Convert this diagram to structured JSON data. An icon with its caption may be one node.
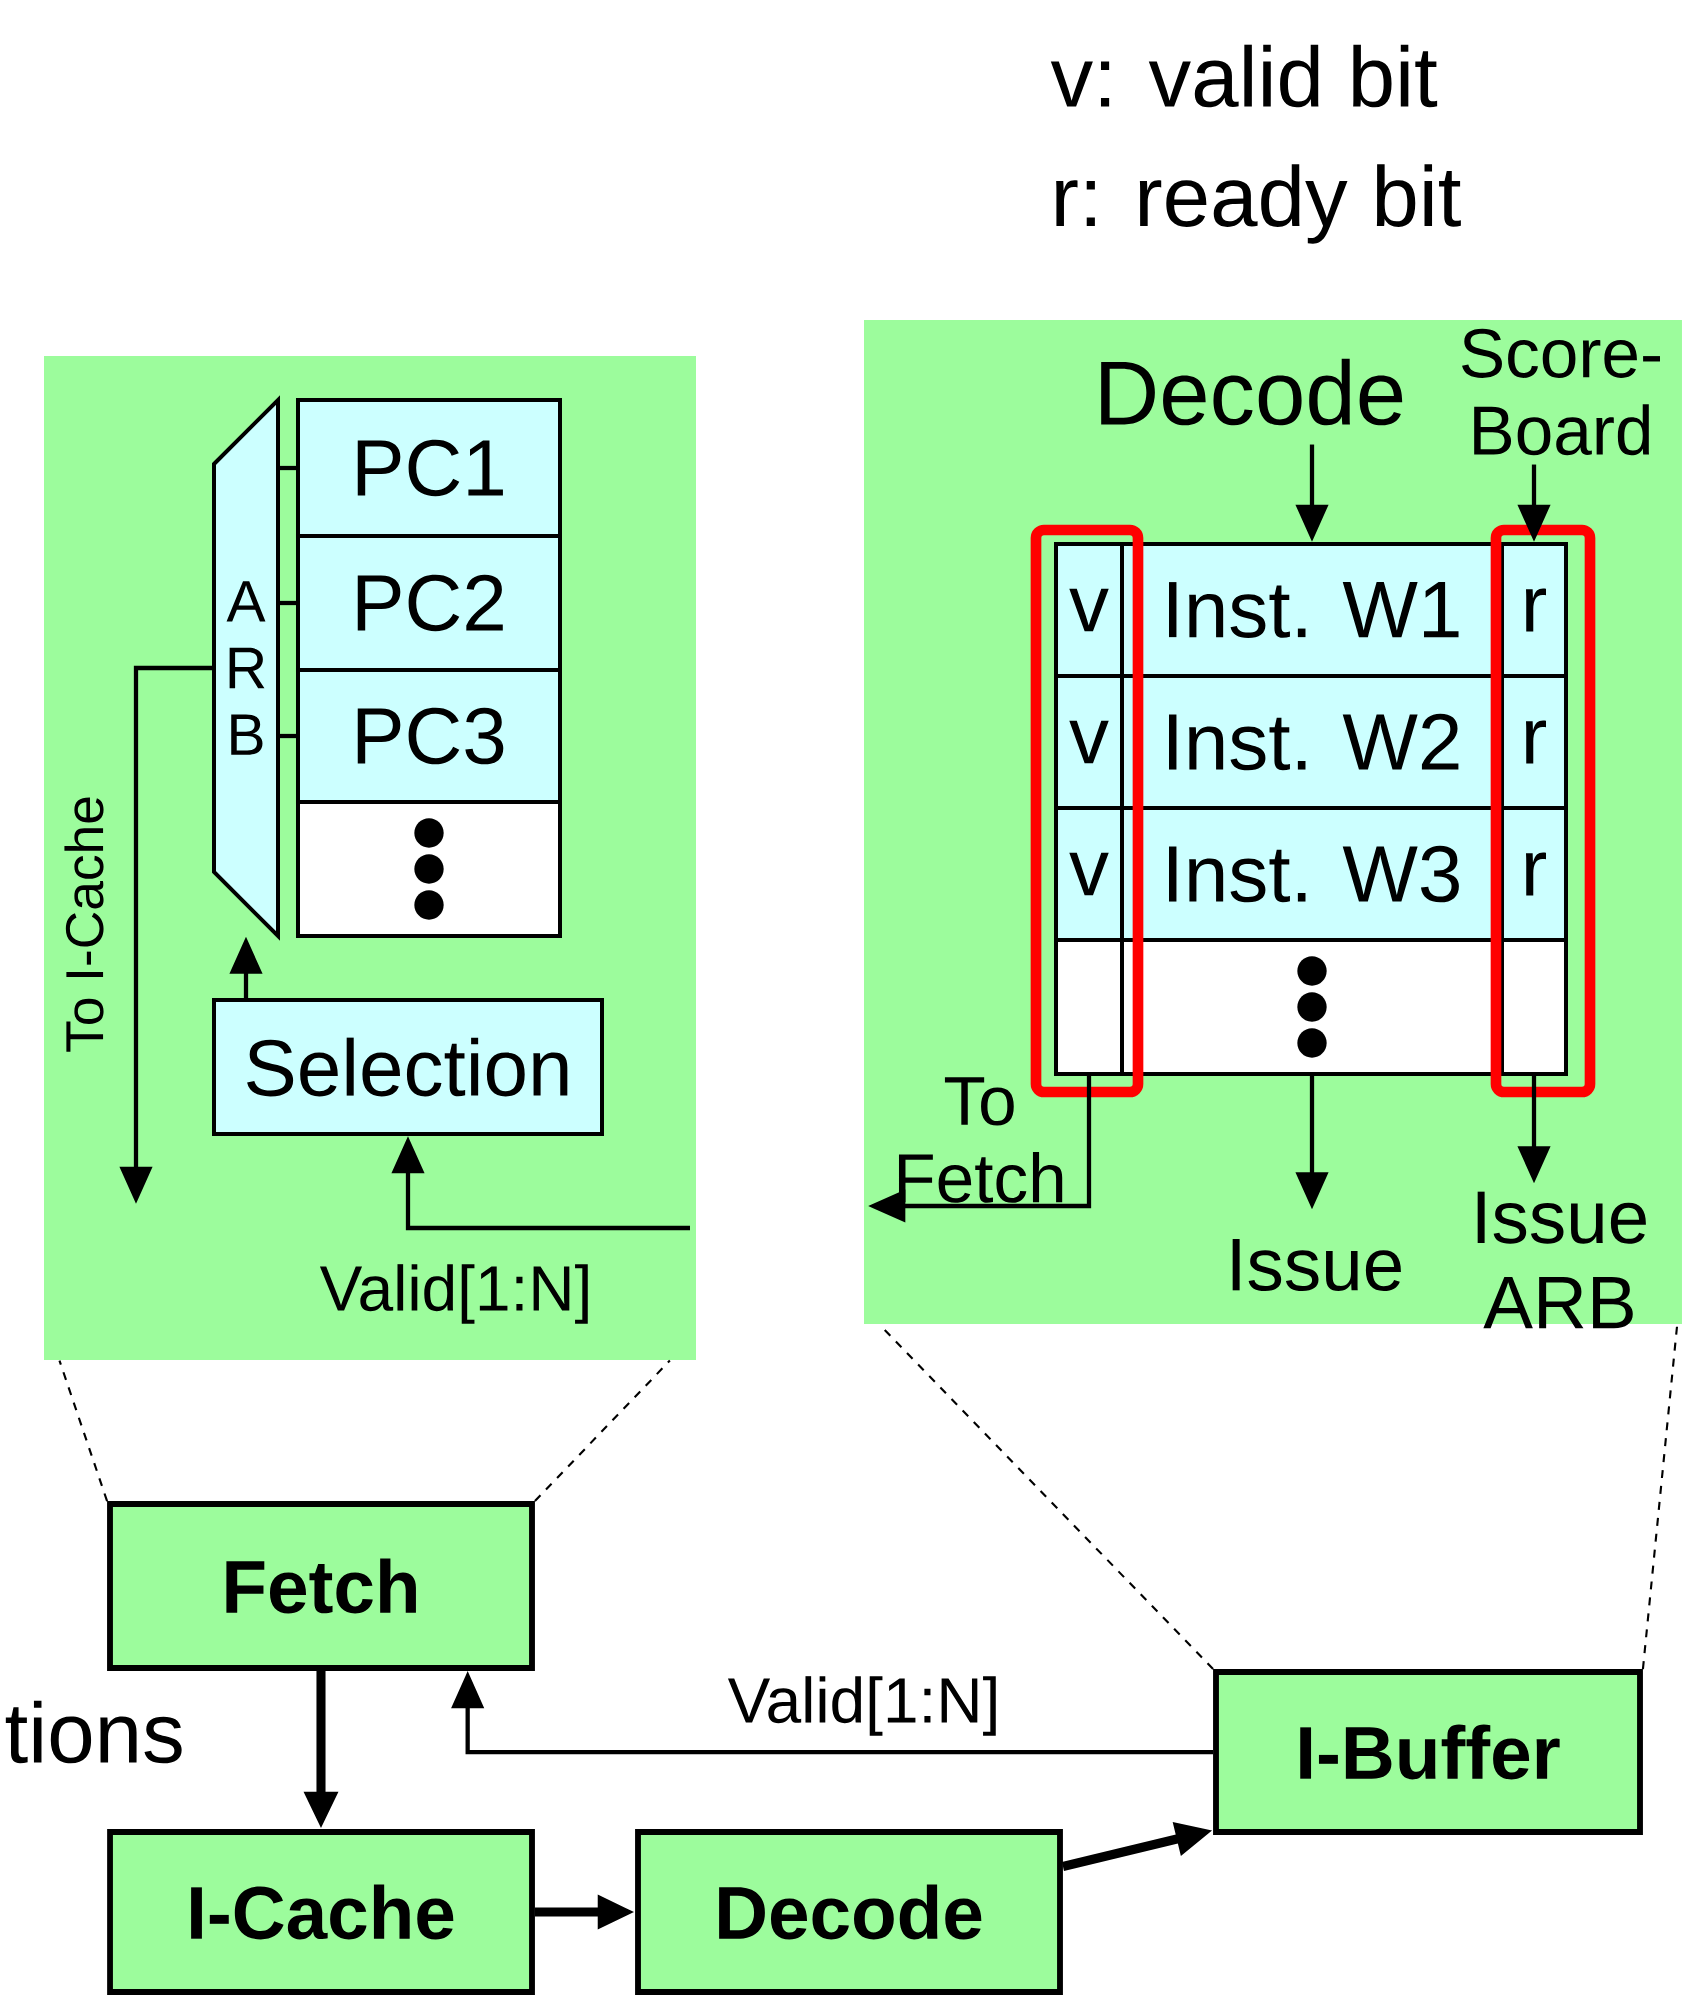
{
  "diagram": {
    "nodes": [
      {
        "text": [],
        "shape": "box"
      },
      {
        "text": [
          "A R B"
        ],
        "in": 0
      },
      {
        "text": [
          "PC1"
        ],
        "in": 0
      },
      {
        "text": [
          "PC2"
        ],
        "in": 0
      },
      {
        "text": [
          "PC3"
        ],
        "in": 0
      },
      {
        "text": [],
        "shape": "box",
        "in": 0
      },
      {
        "text": [
          "Selection"
        ],
        "in": 0
      },
      {
        "text": [],
        "shape": "box"
      },
      {
        "text": [
          "Decode"
        ],
        "in": 7
      },
      {
        "text": [
          "Score-Board"
        ],
        "in": 7
      },
      {
        "text": [
          "v"
        ],
        "in": 7
      },
      {
        "text": [
          "Inst. W1"
        ],
        "in": 7
      },
      {
        "text": [
          "r"
        ],
        "in": 7
      },
      {
        "text": [
          "v"
        ],
        "in": 7
      },
      {
        "text": [
          "Inst. W2"
        ],
        "in": 7
      },
      {
        "text": [
          "r"
        ],
        "in": 7
      },
      {
        "text": [
          "v"
        ],
        "in": 7
      },
      {
        "text": [
          "Inst. W3"
        ],
        "in": 7
      },
      {
        "text": [
          "r"
        ],
        "in": 7
      },
      {
        "text": [],
        "shape": "box",
        "in": 7
      },
      {
        "text": [],
        "shape": "box",
        "in": 7
      },
      {
        "text": [],
        "shape": "box",
        "in": 7
      },
      {
        "text": [
          "Issue"
        ],
        "in": 7
      },
      {
        "text": [
          "Issue ARB"
        ],
        "in": 7
      },
      {
        "text": [
          "Fetch"
        ]
      },
      {
        "text": [
          "I-Cache"
        ]
      },
      {
        "text": [
          "Decode"
        ]
      },
      {
        "text": [
          "I-Buffer"
        ]
      }
    ],
    "edges": [
      {
        "from": 2,
        "to": 1,
        "arrow": "none"
      },
      {
        "from": 3,
        "to": 1,
        "arrow": "none"
      },
      {
        "from": 4,
        "to": 1,
        "arrow": "none"
      },
      {
        "from": 6,
        "to": 1,
        "arrow": "to"
      },
      {
        "from": 1,
        "to": null,
        "arrow": "to",
        "label": "To I-Cache"
      },
      {
        "from": null,
        "to": 6,
        "arrow": "to",
        "label": "Valid[1:N]"
      },
      {
        "from": 8,
        "to": 11,
        "arrow": "to"
      },
      {
        "from": 9,
        "to": 12,
        "arrow": "to"
      },
      {
        "from": 20,
        "to": 22,
        "arrow": "to"
      },
      {
        "from": 21,
        "to": 23,
        "arrow": "to"
      },
      {
        "from": 19,
        "to": null,
        "arrow": "to",
        "label": "To Fetch"
      },
      {
        "from": 24,
        "to": 25,
        "arrow": "to",
        "style": "thick"
      },
      {
        "from": 25,
        "to": 26,
        "arrow": "to",
        "style": "thick"
      },
      {
        "from": 26,
        "to": 27,
        "arrow": "to",
        "style": "thick"
      },
      {
        "from": 27,
        "to": 24,
        "arrow": "to",
        "label": "Valid[1:N]"
      },
      {
        "from": 24,
        "to": 0,
        "arrow": "none",
        "style": "dashed"
      },
      {
        "from": 24,
        "to": 0,
        "arrow": "none",
        "style": "dashed"
      },
      {
        "from": 27,
        "to": 7,
        "arrow": "none",
        "style": "dashed"
      },
      {
        "from": 27,
        "to": 7,
        "arrow": "none",
        "style": "dashed"
      }
    ],
    "labels": [
      "v: valid bit",
      "r: ready bit",
      "tions"
    ]
  }
}
